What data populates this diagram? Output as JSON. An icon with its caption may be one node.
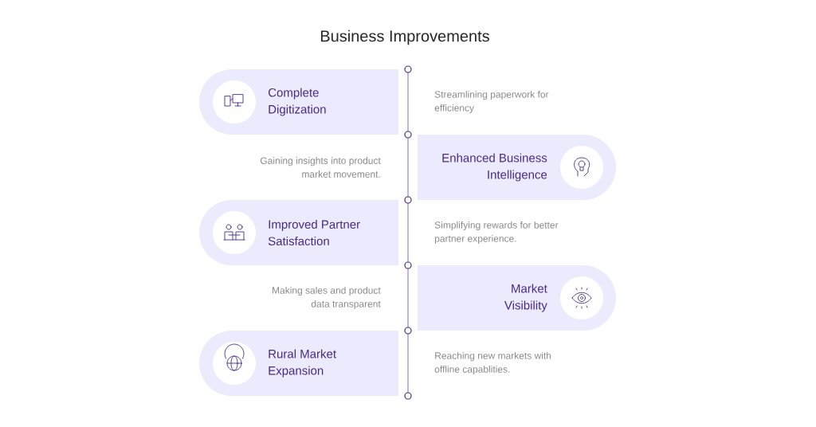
{
  "diagram": {
    "title": "Business Improvements",
    "nodes": [
      {
        "text": [
          "Complete Digitization"
        ]
      },
      {
        "text": [
          "Enhanced Business Intelligence"
        ]
      },
      {
        "text": [
          "Improved Partner Satisfaction"
        ]
      },
      {
        "text": [
          "Market Visibility"
        ]
      },
      {
        "text": [
          "Rural Market Expansion"
        ]
      }
    ],
    "labels": [
      "Streamlining paperwork for efficiency",
      "Gaining insights into product market movement.",
      "Simplifying rewards for better partner experience.",
      "Making sales and product data transparent",
      "Reaching new markets with offline capablities."
    ]
  }
}
